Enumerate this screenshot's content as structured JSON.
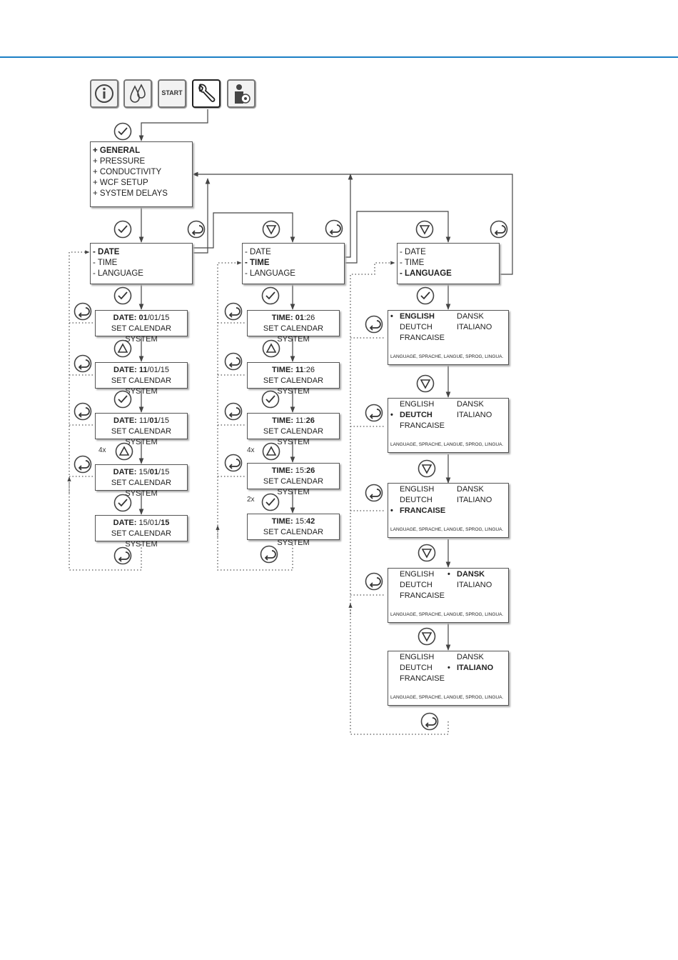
{
  "colors": {
    "accent_line": "#1b7fc4",
    "stroke": "#555555"
  },
  "toolbar": [
    {
      "name": "info-icon",
      "selected": false
    },
    {
      "name": "drops-icon",
      "selected": false
    },
    {
      "name": "start-icon",
      "label": "START",
      "selected": false
    },
    {
      "name": "wrench-icon",
      "selected": true
    },
    {
      "name": "user-settings-icon",
      "selected": false
    }
  ],
  "main_menu": [
    {
      "label": "+ GENERAL",
      "bold": true
    },
    {
      "label": "+ PRESSURE",
      "bold": false
    },
    {
      "label": "+ CONDUCTIVITY",
      "bold": false
    },
    {
      "label": "+ WCF SETUP",
      "bold": false
    },
    {
      "label": "+ SYSTEM DELAYS",
      "bold": false
    }
  ],
  "sub_menus": [
    {
      "items": [
        "- DATE",
        "- TIME",
        "- LANGUAGE"
      ],
      "active": 0
    },
    {
      "items": [
        "- DATE",
        "- TIME",
        "- LANGUAGE"
      ],
      "active": 1
    },
    {
      "items": [
        "- DATE",
        "- TIME",
        "- LANGUAGE"
      ],
      "active": 2
    }
  ],
  "date_screens": [
    {
      "prefix": "DATE: ",
      "parts": [
        [
          "01",
          true
        ],
        [
          "/01/15",
          false
        ]
      ],
      "sub": "SET CALENDAR SYSTEM"
    },
    {
      "prefix": "DATE: ",
      "parts": [
        [
          "11",
          true
        ],
        [
          "/01/15",
          false
        ]
      ],
      "sub": "SET CALENDAR SYSTEM"
    },
    {
      "prefix": "DATE: ",
      "parts": [
        [
          "11/",
          false
        ],
        [
          "01",
          true
        ],
        [
          "/15",
          false
        ]
      ],
      "sub": "SET CALENDAR SYSTEM"
    },
    {
      "prefix": "DATE: ",
      "parts": [
        [
          "15/",
          false
        ],
        [
          "01",
          true
        ],
        [
          "/15",
          false
        ]
      ],
      "sub": "SET CALENDAR SYSTEM"
    },
    {
      "prefix": "DATE: ",
      "parts": [
        [
          "15/01/",
          false
        ],
        [
          "15",
          true
        ]
      ],
      "sub": "SET CALENDAR SYSTEM"
    }
  ],
  "time_screens": [
    {
      "prefix": "TIME: ",
      "parts": [
        [
          "01",
          true
        ],
        [
          ":26",
          false
        ]
      ],
      "sub": "SET CALENDAR SYSTEM"
    },
    {
      "prefix": "TIME: ",
      "parts": [
        [
          "11",
          true
        ],
        [
          ":26",
          false
        ]
      ],
      "sub": "SET CALENDAR SYSTEM"
    },
    {
      "prefix": "TIME: ",
      "parts": [
        [
          "11:",
          false
        ],
        [
          "26",
          true
        ]
      ],
      "sub": "SET CALENDAR SYSTEM"
    },
    {
      "prefix": "TIME: ",
      "parts": [
        [
          "15:",
          false
        ],
        [
          "26",
          true
        ]
      ],
      "sub": "SET CALENDAR SYSTEM"
    },
    {
      "prefix": "TIME: ",
      "parts": [
        [
          "15:",
          false
        ],
        [
          "42",
          true
        ]
      ],
      "sub": "SET CALENDAR SYSTEM"
    }
  ],
  "language_options": {
    "col1": [
      "ENGLISH",
      "DEUTCH",
      "FRANCAISE"
    ],
    "col2": [
      "DANSK",
      "ITALIANO"
    ],
    "footer": "LANGUAGE, SPRACHE, LANGUE, SPROG, LINGUA."
  },
  "language_screens": [
    {
      "selected": "ENGLISH"
    },
    {
      "selected": "DEUTCH"
    },
    {
      "selected": "FRANCAISE"
    },
    {
      "selected": "DANSK"
    },
    {
      "selected": "ITALIANO"
    }
  ],
  "multipliers": [
    "4x",
    "4x",
    "2x"
  ],
  "buttons": [
    {
      "type": "check",
      "cx": 0,
      "note": "ok"
    }
  ]
}
